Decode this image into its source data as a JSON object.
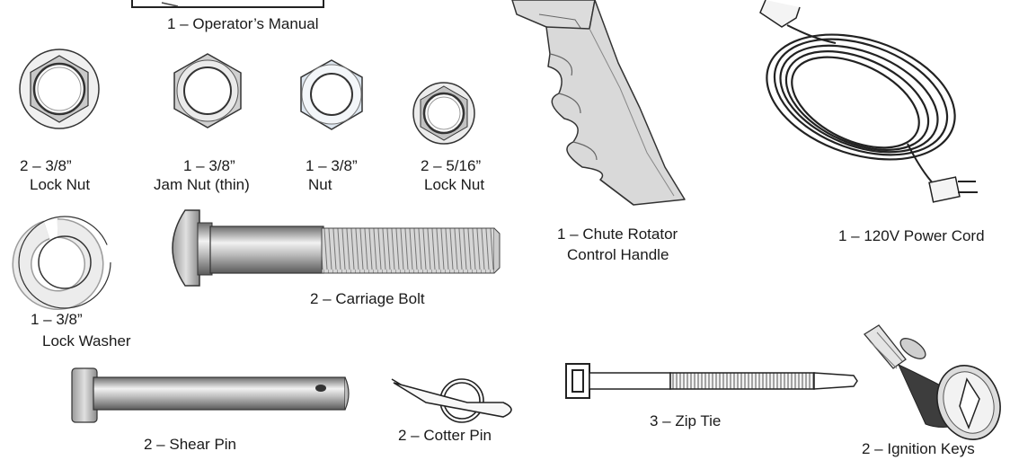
{
  "parts": {
    "manual": "1 – Operator’s Manual",
    "lock_nut_38_qty": "2 – 3/8”",
    "lock_nut_38_name": "Lock Nut",
    "jam_nut_qty": "1 – 3/8”",
    "jam_nut_name": "Jam Nut (thin)",
    "nut_38_qty": "1 – 3/8”",
    "nut_38_name": "Nut",
    "lock_nut_516_qty": "2 – 5/16”",
    "lock_nut_516_name": "Lock Nut",
    "chute_handle_line1": "1 – Chute Rotator",
    "chute_handle_line2": "Control Handle",
    "power_cord": "1 – 120V Power Cord",
    "lock_washer_qty": "1 –  3/8”",
    "lock_washer_name": "Lock Washer",
    "carriage_bolt": "2 – Carriage Bolt",
    "shear_pin": "2 –  Shear Pin",
    "cotter_pin": "2 –  Cotter Pin",
    "zip_tie": "3 –  Zip Tie",
    "ignition_keys": "2 – Ignition Keys"
  },
  "icons": {
    "manual": "operator-manual-icon",
    "lock_nut_38": "hex-lock-nut-icon",
    "jam_nut": "hex-jam-nut-icon",
    "nut_38": "hex-nut-icon",
    "lock_nut_516": "small-lock-nut-icon",
    "chute_handle": "chute-rotator-handle-icon",
    "power_cord": "power-cord-icon",
    "lock_washer": "split-lock-washer-icon",
    "carriage_bolt": "carriage-bolt-icon",
    "shear_pin": "shear-pin-icon",
    "cotter_pin": "cotter-pin-icon",
    "zip_tie": "zip-tie-icon",
    "ignition_keys": "ignition-key-icon"
  }
}
